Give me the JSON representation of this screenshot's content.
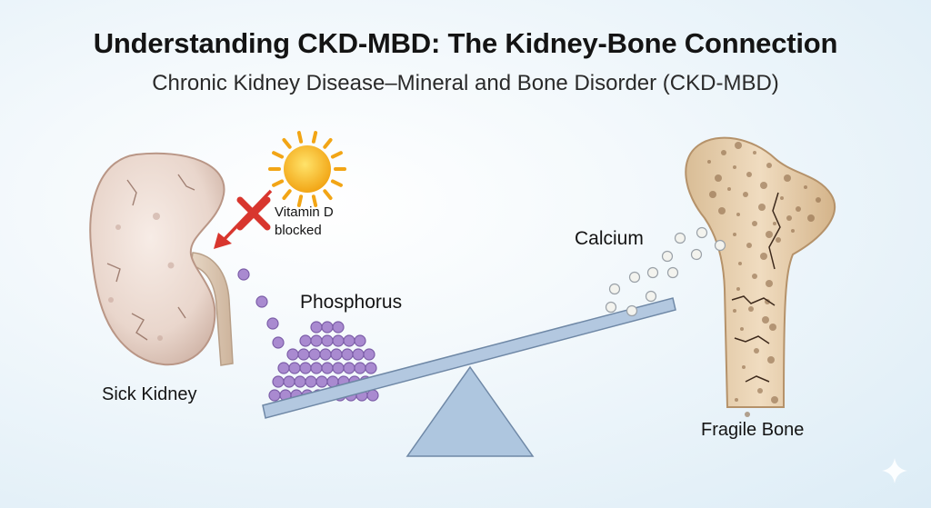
{
  "header": {
    "title": "Understanding CKD-MBD: The Kidney-Bone Connection",
    "subtitle": "Chronic Kidney Disease–Mineral and Bone Disorder (CKD-MBD)"
  },
  "labels": {
    "vitamin_d_line1": "Vitamin D",
    "vitamin_d_line2": "blocked",
    "phosphorus": "Phosphorus",
    "calcium": "Calcium",
    "sick_kidney": "Sick Kidney",
    "fragile_bone": "Fragile Bone"
  },
  "icons": [
    "sun-icon",
    "blocked-x-icon",
    "sparkle-icon"
  ],
  "colors": {
    "phosphorus": "#a98ad0",
    "calcium": "#f3f3ee",
    "seesaw": "#b3c8e0",
    "blocked": "#d8362e",
    "sun": "#f7b21d",
    "kidney": "#eddcd3",
    "bone": "#e9d2b0"
  }
}
